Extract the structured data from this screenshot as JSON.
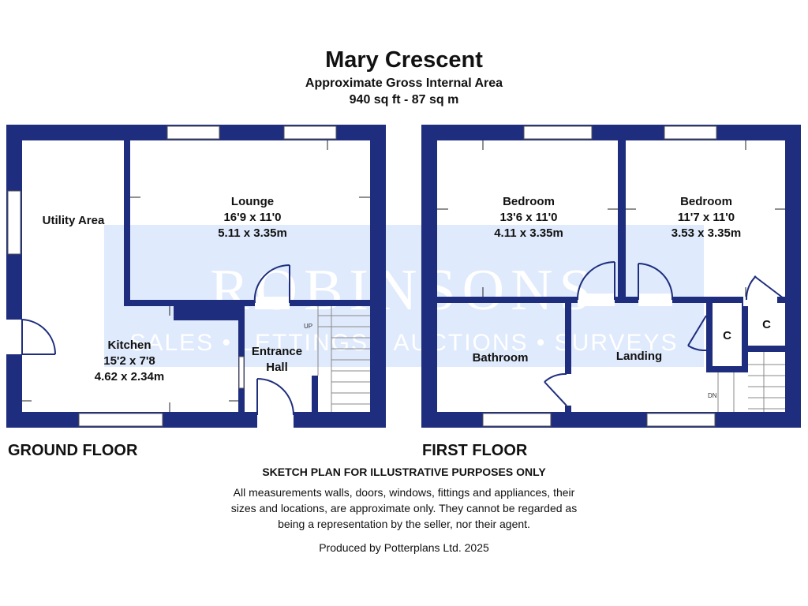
{
  "header": {
    "title": "Mary Crescent",
    "subtitle": "Approximate Gross Internal Area",
    "area": "940 sq ft - 87 sq m"
  },
  "watermark": {
    "brand": "ROBINSONS",
    "tagline": "SALES • LETTINGS • AUCTIONS • SURVEYS"
  },
  "colors": {
    "wall": "#1e2d7d",
    "watermark": "#d4e3fb"
  },
  "ground_floor": {
    "label": "GROUND FLOOR",
    "rooms": {
      "utility": {
        "name": "Utility Area"
      },
      "lounge": {
        "name": "Lounge",
        "imperial": "16'9 x 11'0",
        "metric": "5.11 x 3.35m"
      },
      "kitchen": {
        "name": "Kitchen",
        "imperial": "15'2 x 7'8",
        "metric": "4.62 x 2.34m"
      },
      "hall": {
        "name_line1": "Entrance",
        "name_line2": "Hall"
      }
    },
    "stairs_label": "UP"
  },
  "first_floor": {
    "label": "FIRST FLOOR",
    "rooms": {
      "bedroom1": {
        "name": "Bedroom",
        "imperial": "13'6 x 11'0",
        "metric": "4.11 x 3.35m"
      },
      "bedroom2": {
        "name": "Bedroom",
        "imperial": "11'7 x 11'0",
        "metric": "3.53 x 3.35m"
      },
      "bathroom": {
        "name": "Bathroom"
      },
      "landing": {
        "name": "Landing"
      },
      "cupboard1": {
        "name": "C"
      },
      "cupboard2": {
        "name": "C"
      }
    },
    "stairs_label": "DN"
  },
  "footer": {
    "disclaimer_heading": "SKETCH PLAN FOR ILLUSTRATIVE PURPOSES ONLY",
    "disclaimer_line1": "All measurements walls, doors, windows, fittings and appliances, their",
    "disclaimer_line2": "sizes and locations, are approximate only. They cannot be regarded as",
    "disclaimer_line3": "being a representation by the seller, nor their agent.",
    "producer": "Produced by Potterplans Ltd. 2025"
  }
}
